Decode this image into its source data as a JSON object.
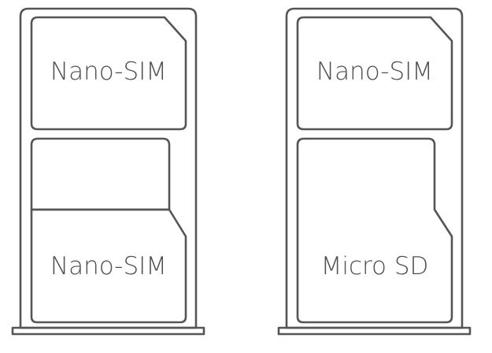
{
  "trays": [
    {
      "slots": [
        {
          "label": "Nano-SIM"
        },
        {
          "label": "Nano-SIM"
        }
      ]
    },
    {
      "slots": [
        {
          "label": "Nano-SIM"
        },
        {
          "label": "Micro SD"
        }
      ]
    }
  ],
  "colors": {
    "outline": "#555555",
    "text": "#4f4f4f",
    "background": "#ffffff"
  }
}
